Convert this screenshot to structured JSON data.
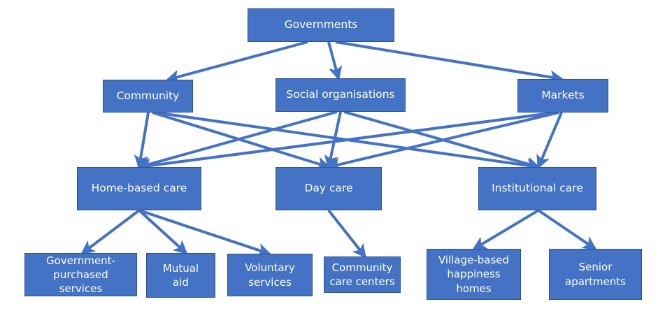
{
  "diagram": {
    "type": "hierarchy",
    "colors": {
      "box_fill": "#4472c4",
      "box_border": "#2f528f",
      "text": "#ffffff",
      "arrow": "#4472c4"
    },
    "nodes": {
      "governments": "Governments",
      "community": "Community",
      "social_organisations": "Social organisations",
      "markets": "Markets",
      "home_based_care": "Home-based care",
      "day_care": "Day care",
      "institutional_care": "Institutional care",
      "government_purchased_services": "Government-\npurchased\nservices",
      "mutual_aid": "Mutual\naid",
      "voluntary_services": "Voluntary\nservices",
      "community_care_centers": "Community\ncare centers",
      "village_based_happiness_homes": "Village-based\nhappiness\nhomes",
      "senior_apartments": "Senior\napartments"
    },
    "edges": [
      [
        "governments",
        "community"
      ],
      [
        "governments",
        "social_organisations"
      ],
      [
        "governments",
        "markets"
      ],
      [
        "community",
        "home_based_care"
      ],
      [
        "community",
        "day_care"
      ],
      [
        "community",
        "institutional_care"
      ],
      [
        "social_organisations",
        "home_based_care"
      ],
      [
        "social_organisations",
        "day_care"
      ],
      [
        "social_organisations",
        "institutional_care"
      ],
      [
        "markets",
        "home_based_care"
      ],
      [
        "markets",
        "day_care"
      ],
      [
        "markets",
        "institutional_care"
      ],
      [
        "home_based_care",
        "government_purchased_services"
      ],
      [
        "home_based_care",
        "mutual_aid"
      ],
      [
        "home_based_care",
        "voluntary_services"
      ],
      [
        "day_care",
        "community_care_centers"
      ],
      [
        "institutional_care",
        "village_based_happiness_homes"
      ],
      [
        "institutional_care",
        "senior_apartments"
      ]
    ]
  }
}
